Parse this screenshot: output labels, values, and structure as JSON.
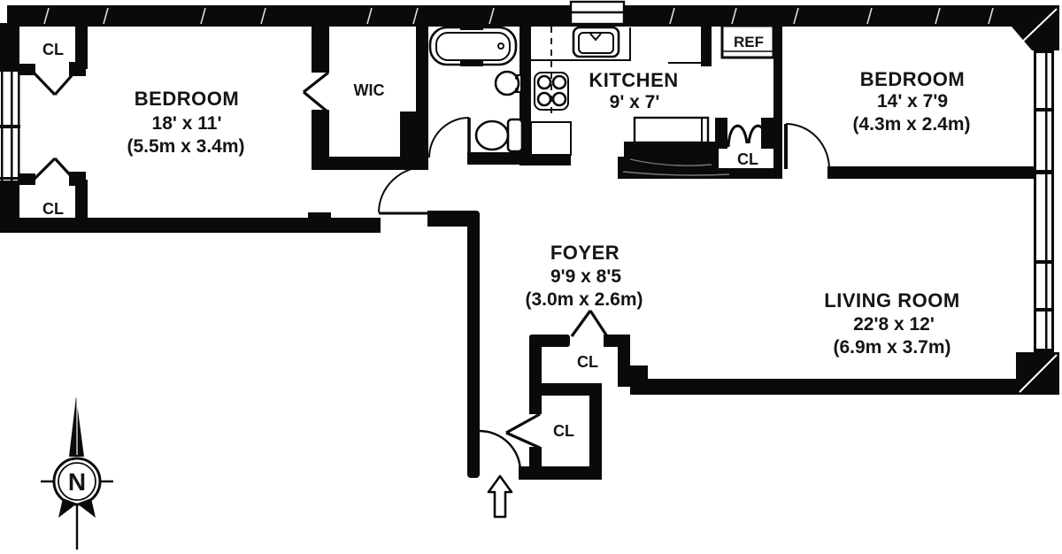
{
  "rooms": {
    "bedroom_left": {
      "name": "BEDROOM",
      "dims_imperial": "18' x 11'",
      "dims_metric": "(5.5m x 3.4m)"
    },
    "bedroom_right": {
      "name": "BEDROOM",
      "dims_imperial": "14' x 7'9",
      "dims_metric": "(4.3m x 2.4m)"
    },
    "kitchen": {
      "name": "KITCHEN",
      "dims_imperial": "9' x 7'"
    },
    "foyer": {
      "name": "FOYER",
      "dims_imperial": "9'9 x 8'5",
      "dims_metric": "(3.0m x 2.6m)"
    },
    "living_room": {
      "name": "LIVING ROOM",
      "dims_imperial": "22'8 x 12'",
      "dims_metric": "(6.9m x 3.7m)"
    },
    "walk_in_closet": {
      "name": "WIC"
    }
  },
  "appliances": {
    "refrigerator": "REF"
  },
  "closets": [
    {
      "label": "CL",
      "location": "bedroom-left-top"
    },
    {
      "label": "CL",
      "location": "bedroom-left-bottom"
    },
    {
      "label": "CL",
      "location": "hall-near-right-bedroom"
    },
    {
      "label": "CL",
      "location": "foyer-upper"
    },
    {
      "label": "CL",
      "location": "foyer-lower"
    }
  ],
  "compass": {
    "north": "N"
  },
  "icons": [
    "compass-north-icon",
    "entry-arrow-icon",
    "bathtub-icon",
    "toilet-icon",
    "bathroom-sink-icon",
    "kitchen-sink-icon",
    "stove-icon",
    "bifold-door-icon"
  ],
  "colors": {
    "walls": "#0a0a0a",
    "floor": "#ffffff",
    "text": "#151515"
  }
}
